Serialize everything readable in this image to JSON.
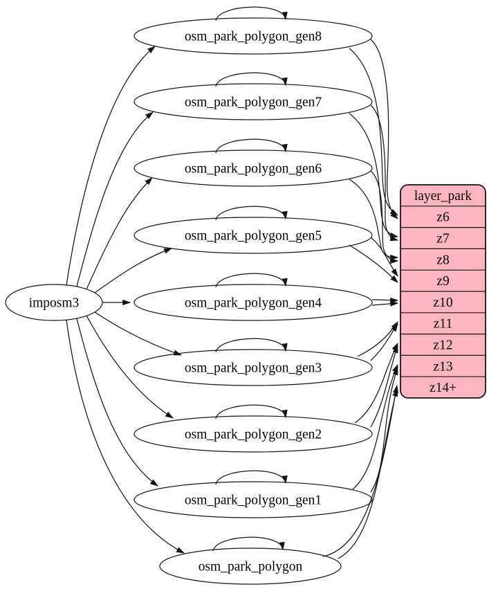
{
  "diagram": {
    "background": "#ffffff",
    "edge_color": "#141414",
    "node_fill": "#ffffff",
    "source_node": {
      "id": "imposm3",
      "label": "imposm3"
    },
    "table_nodes": [
      {
        "id": "osm_park_polygon_gen8",
        "label": "osm_park_polygon_gen8"
      },
      {
        "id": "osm_park_polygon_gen7",
        "label": "osm_park_polygon_gen7"
      },
      {
        "id": "osm_park_polygon_gen6",
        "label": "osm_park_polygon_gen6"
      },
      {
        "id": "osm_park_polygon_gen5",
        "label": "osm_park_polygon_gen5"
      },
      {
        "id": "osm_park_polygon_gen4",
        "label": "osm_park_polygon_gen4"
      },
      {
        "id": "osm_park_polygon_gen3",
        "label": "osm_park_polygon_gen3"
      },
      {
        "id": "osm_park_polygon_gen2",
        "label": "osm_park_polygon_gen2"
      },
      {
        "id": "osm_park_polygon_gen1",
        "label": "osm_park_polygon_gen1"
      },
      {
        "id": "osm_park_polygon",
        "label": "osm_park_polygon"
      }
    ],
    "record_node": {
      "id": "layer_park",
      "title": "layer_park",
      "rows": [
        "z6",
        "z7",
        "z8",
        "z9",
        "z10",
        "z11",
        "z12",
        "z13",
        "z14+"
      ],
      "fill": "#ffb6c1",
      "stroke": "#141414"
    },
    "edges": [
      {
        "from": "imposm3",
        "to": "osm_park_polygon_gen8"
      },
      {
        "from": "imposm3",
        "to": "osm_park_polygon_gen7"
      },
      {
        "from": "imposm3",
        "to": "osm_park_polygon_gen6"
      },
      {
        "from": "imposm3",
        "to": "osm_park_polygon_gen5"
      },
      {
        "from": "imposm3",
        "to": "osm_park_polygon_gen4"
      },
      {
        "from": "imposm3",
        "to": "osm_park_polygon_gen3"
      },
      {
        "from": "imposm3",
        "to": "osm_park_polygon_gen2"
      },
      {
        "from": "imposm3",
        "to": "osm_park_polygon_gen1"
      },
      {
        "from": "imposm3",
        "to": "osm_park_polygon"
      },
      {
        "from": "osm_park_polygon_gen8",
        "to": "osm_park_polygon_gen8"
      },
      {
        "from": "osm_park_polygon_gen7",
        "to": "osm_park_polygon_gen7"
      },
      {
        "from": "osm_park_polygon_gen6",
        "to": "osm_park_polygon_gen6"
      },
      {
        "from": "osm_park_polygon_gen5",
        "to": "osm_park_polygon_gen5"
      },
      {
        "from": "osm_park_polygon_gen4",
        "to": "osm_park_polygon_gen4"
      },
      {
        "from": "osm_park_polygon_gen3",
        "to": "osm_park_polygon_gen3"
      },
      {
        "from": "osm_park_polygon_gen2",
        "to": "osm_park_polygon_gen2"
      },
      {
        "from": "osm_park_polygon_gen1",
        "to": "osm_park_polygon_gen1"
      },
      {
        "from": "osm_park_polygon",
        "to": "osm_park_polygon"
      },
      {
        "from": "osm_park_polygon_gen8",
        "to": "layer_park:z6"
      },
      {
        "from": "osm_park_polygon_gen8",
        "to": "layer_park:z6"
      },
      {
        "from": "osm_park_polygon_gen7",
        "to": "layer_park:z7"
      },
      {
        "from": "osm_park_polygon_gen7",
        "to": "layer_park:z7"
      },
      {
        "from": "osm_park_polygon_gen6",
        "to": "layer_park:z8"
      },
      {
        "from": "osm_park_polygon_gen6",
        "to": "layer_park:z8"
      },
      {
        "from": "osm_park_polygon_gen5",
        "to": "layer_park:z9"
      },
      {
        "from": "osm_park_polygon_gen5",
        "to": "layer_park:z9"
      },
      {
        "from": "osm_park_polygon_gen4",
        "to": "layer_park:z10"
      },
      {
        "from": "osm_park_polygon_gen4",
        "to": "layer_park:z10"
      },
      {
        "from": "osm_park_polygon_gen3",
        "to": "layer_park:z11"
      },
      {
        "from": "osm_park_polygon_gen3",
        "to": "layer_park:z11"
      },
      {
        "from": "osm_park_polygon_gen2",
        "to": "layer_park:z12"
      },
      {
        "from": "osm_park_polygon_gen2",
        "to": "layer_park:z12"
      },
      {
        "from": "osm_park_polygon_gen1",
        "to": "layer_park:z13"
      },
      {
        "from": "osm_park_polygon_gen1",
        "to": "layer_park:z13"
      },
      {
        "from": "osm_park_polygon",
        "to": "layer_park:z14+"
      },
      {
        "from": "osm_park_polygon",
        "to": "layer_park:z14+"
      }
    ]
  }
}
